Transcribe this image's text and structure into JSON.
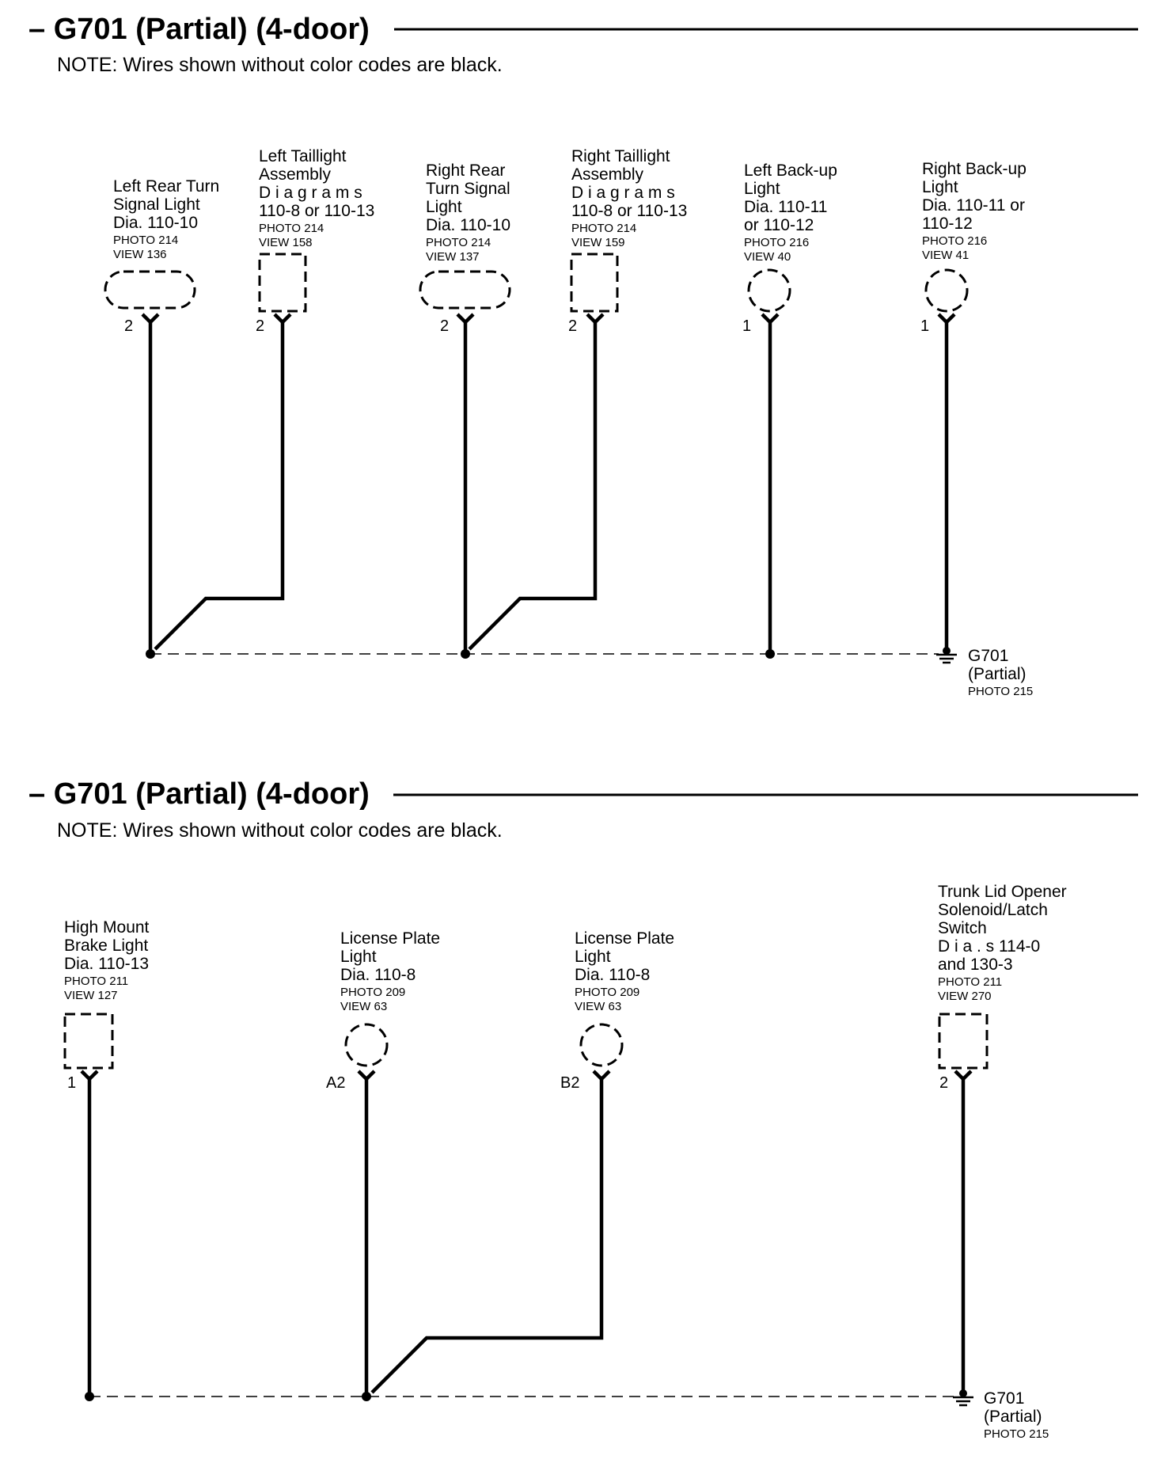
{
  "sections": [
    {
      "title": "– G701 (Partial) (4-door)",
      "note": "NOTE: Wires shown without color codes are black.",
      "components": [
        {
          "lines": [
            "Left Rear Turn",
            "Signal Light",
            "Dia. 110-10"
          ],
          "photo": "PHOTO 214",
          "view": "VIEW 136",
          "pin": "2",
          "shape": "oval"
        },
        {
          "lines": [
            "Left Taillight",
            "Assembly",
            "D i a g r a m s",
            "110-8 or 110-13"
          ],
          "photo": "PHOTO 214",
          "view": "VIEW 158",
          "pin": "2",
          "shape": "rect"
        },
        {
          "lines": [
            "Right Rear",
            "Turn Signal",
            "Light",
            "Dia. 110-10"
          ],
          "photo": "PHOTO 214",
          "view": "VIEW 137",
          "pin": "2",
          "shape": "oval"
        },
        {
          "lines": [
            "Right Taillight",
            "Assembly",
            "D i a g r a m s",
            "110-8 or 110-13"
          ],
          "photo": "PHOTO 214",
          "view": "VIEW 159",
          "pin": "2",
          "shape": "rect"
        },
        {
          "lines": [
            "Left Back-up",
            "Light",
            "Dia. 110-11",
            "or 110-12"
          ],
          "photo": "PHOTO 216",
          "view": "VIEW 40",
          "pin": "1",
          "shape": "circle"
        },
        {
          "lines": [
            "Right Back-up",
            "Light",
            "Dia. 110-11 or",
            "110-12"
          ],
          "photo": "PHOTO 216",
          "view": "VIEW 41",
          "pin": "1",
          "shape": "circle"
        }
      ],
      "ground": {
        "name": "G701",
        "sub": "(Partial)",
        "photo": "PHOTO 215"
      }
    },
    {
      "title": "– G701 (Partial) (4-door)",
      "note": "NOTE: Wires shown without color codes are black.",
      "components": [
        {
          "lines": [
            "High  Mount",
            "Brake  Light",
            "Dia. 110-13"
          ],
          "photo": "PHOTO 211",
          "view": "VIEW 127",
          "pin": "1",
          "shape": "rect"
        },
        {
          "lines": [
            "License Plate",
            "Light",
            "Dia. 110-8"
          ],
          "photo": "PHOTO 209",
          "view": "VIEW 63",
          "pin": "A2",
          "shape": "circle"
        },
        {
          "lines": [
            "License Plate",
            "Light",
            "Dia. 110-8"
          ],
          "photo": "PHOTO 209",
          "view": "VIEW 63",
          "pin": "B2",
          "shape": "circle"
        },
        {
          "lines": [
            "Trunk Lid Opener",
            "Solenoid/Latch",
            "Switch",
            "D i a .  s 114-0",
            "and 130-3"
          ],
          "photo": "PHOTO 211",
          "view": "VIEW 270",
          "pin": "2",
          "shape": "rect"
        }
      ],
      "ground": {
        "name": "G701",
        "sub": "(Partial)",
        "photo": "PHOTO 215"
      }
    }
  ]
}
